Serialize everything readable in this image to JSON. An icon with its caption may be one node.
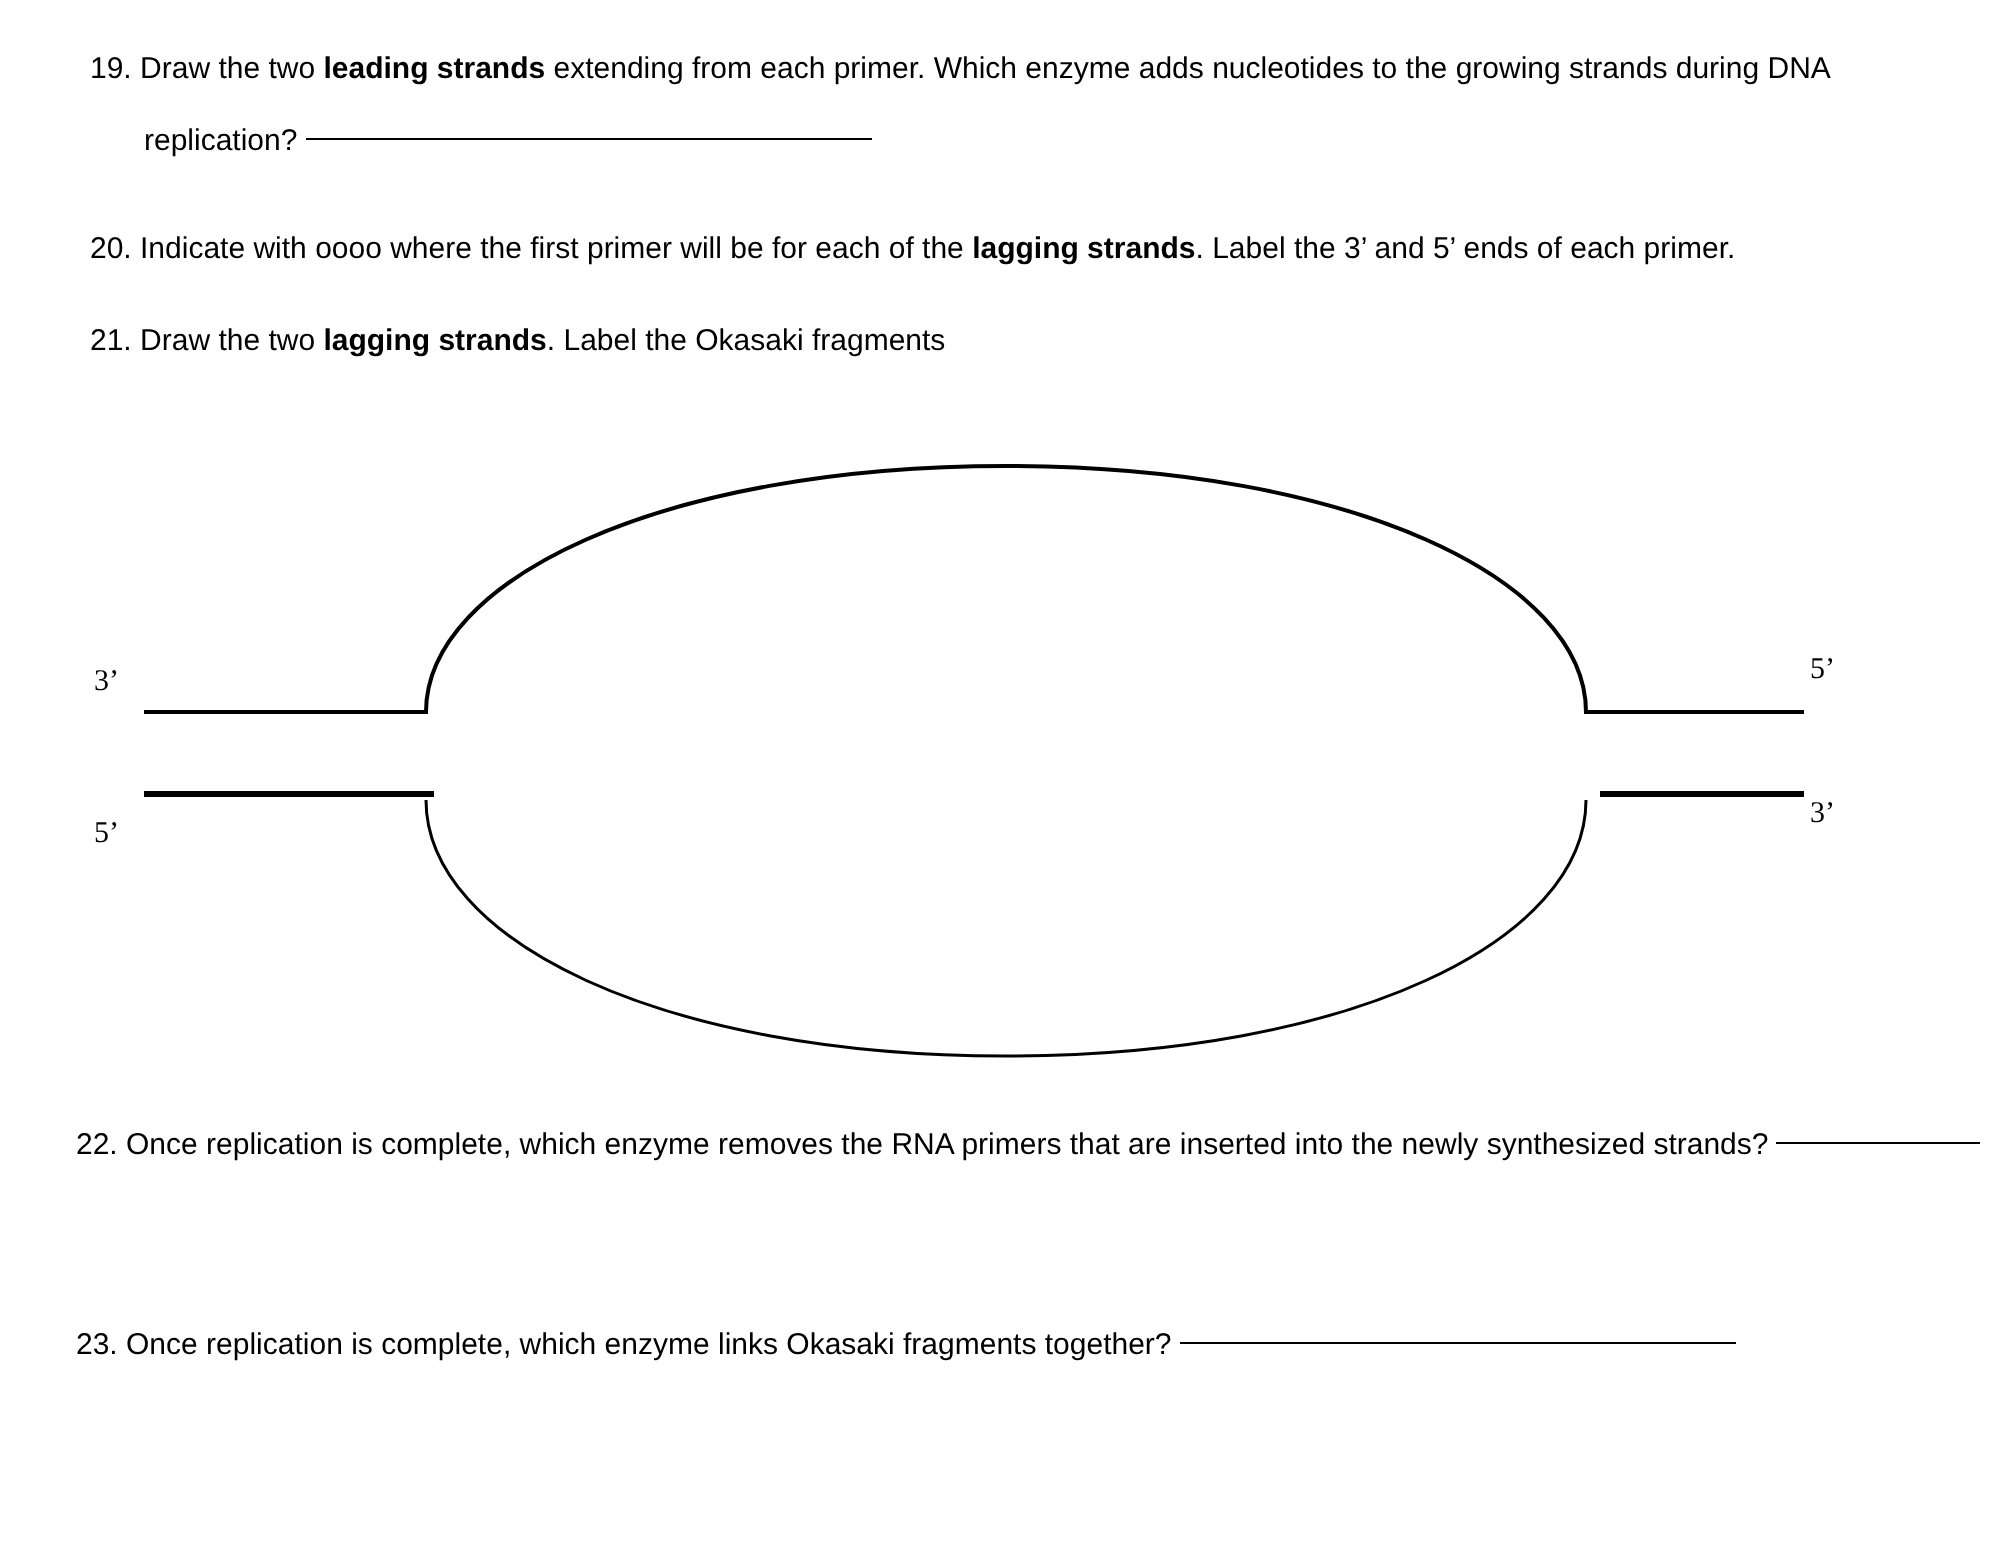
{
  "diagram": {
    "labels": [
      "19. Draw the two **leading strands** extending from each primer. Which enzyme adds nucleotides to the growing strands during DNA replication?",
      "20. Indicate with oooo where the first primer will be for each of the **lagging strands**. Label the 3’ and 5’ ends of each primer.",
      "21. Draw the two **lagging strands**.  Label the Okasaki fragments",
      "3’",
      "5’",
      "5’",
      "3’",
      "22. Once replication is complete, which enzyme removes the RNA primers that are inserted into the newly synthesized strands?",
      "23. Once replication is complete, which enzyme links Okasaki fragments together?"
    ]
  }
}
